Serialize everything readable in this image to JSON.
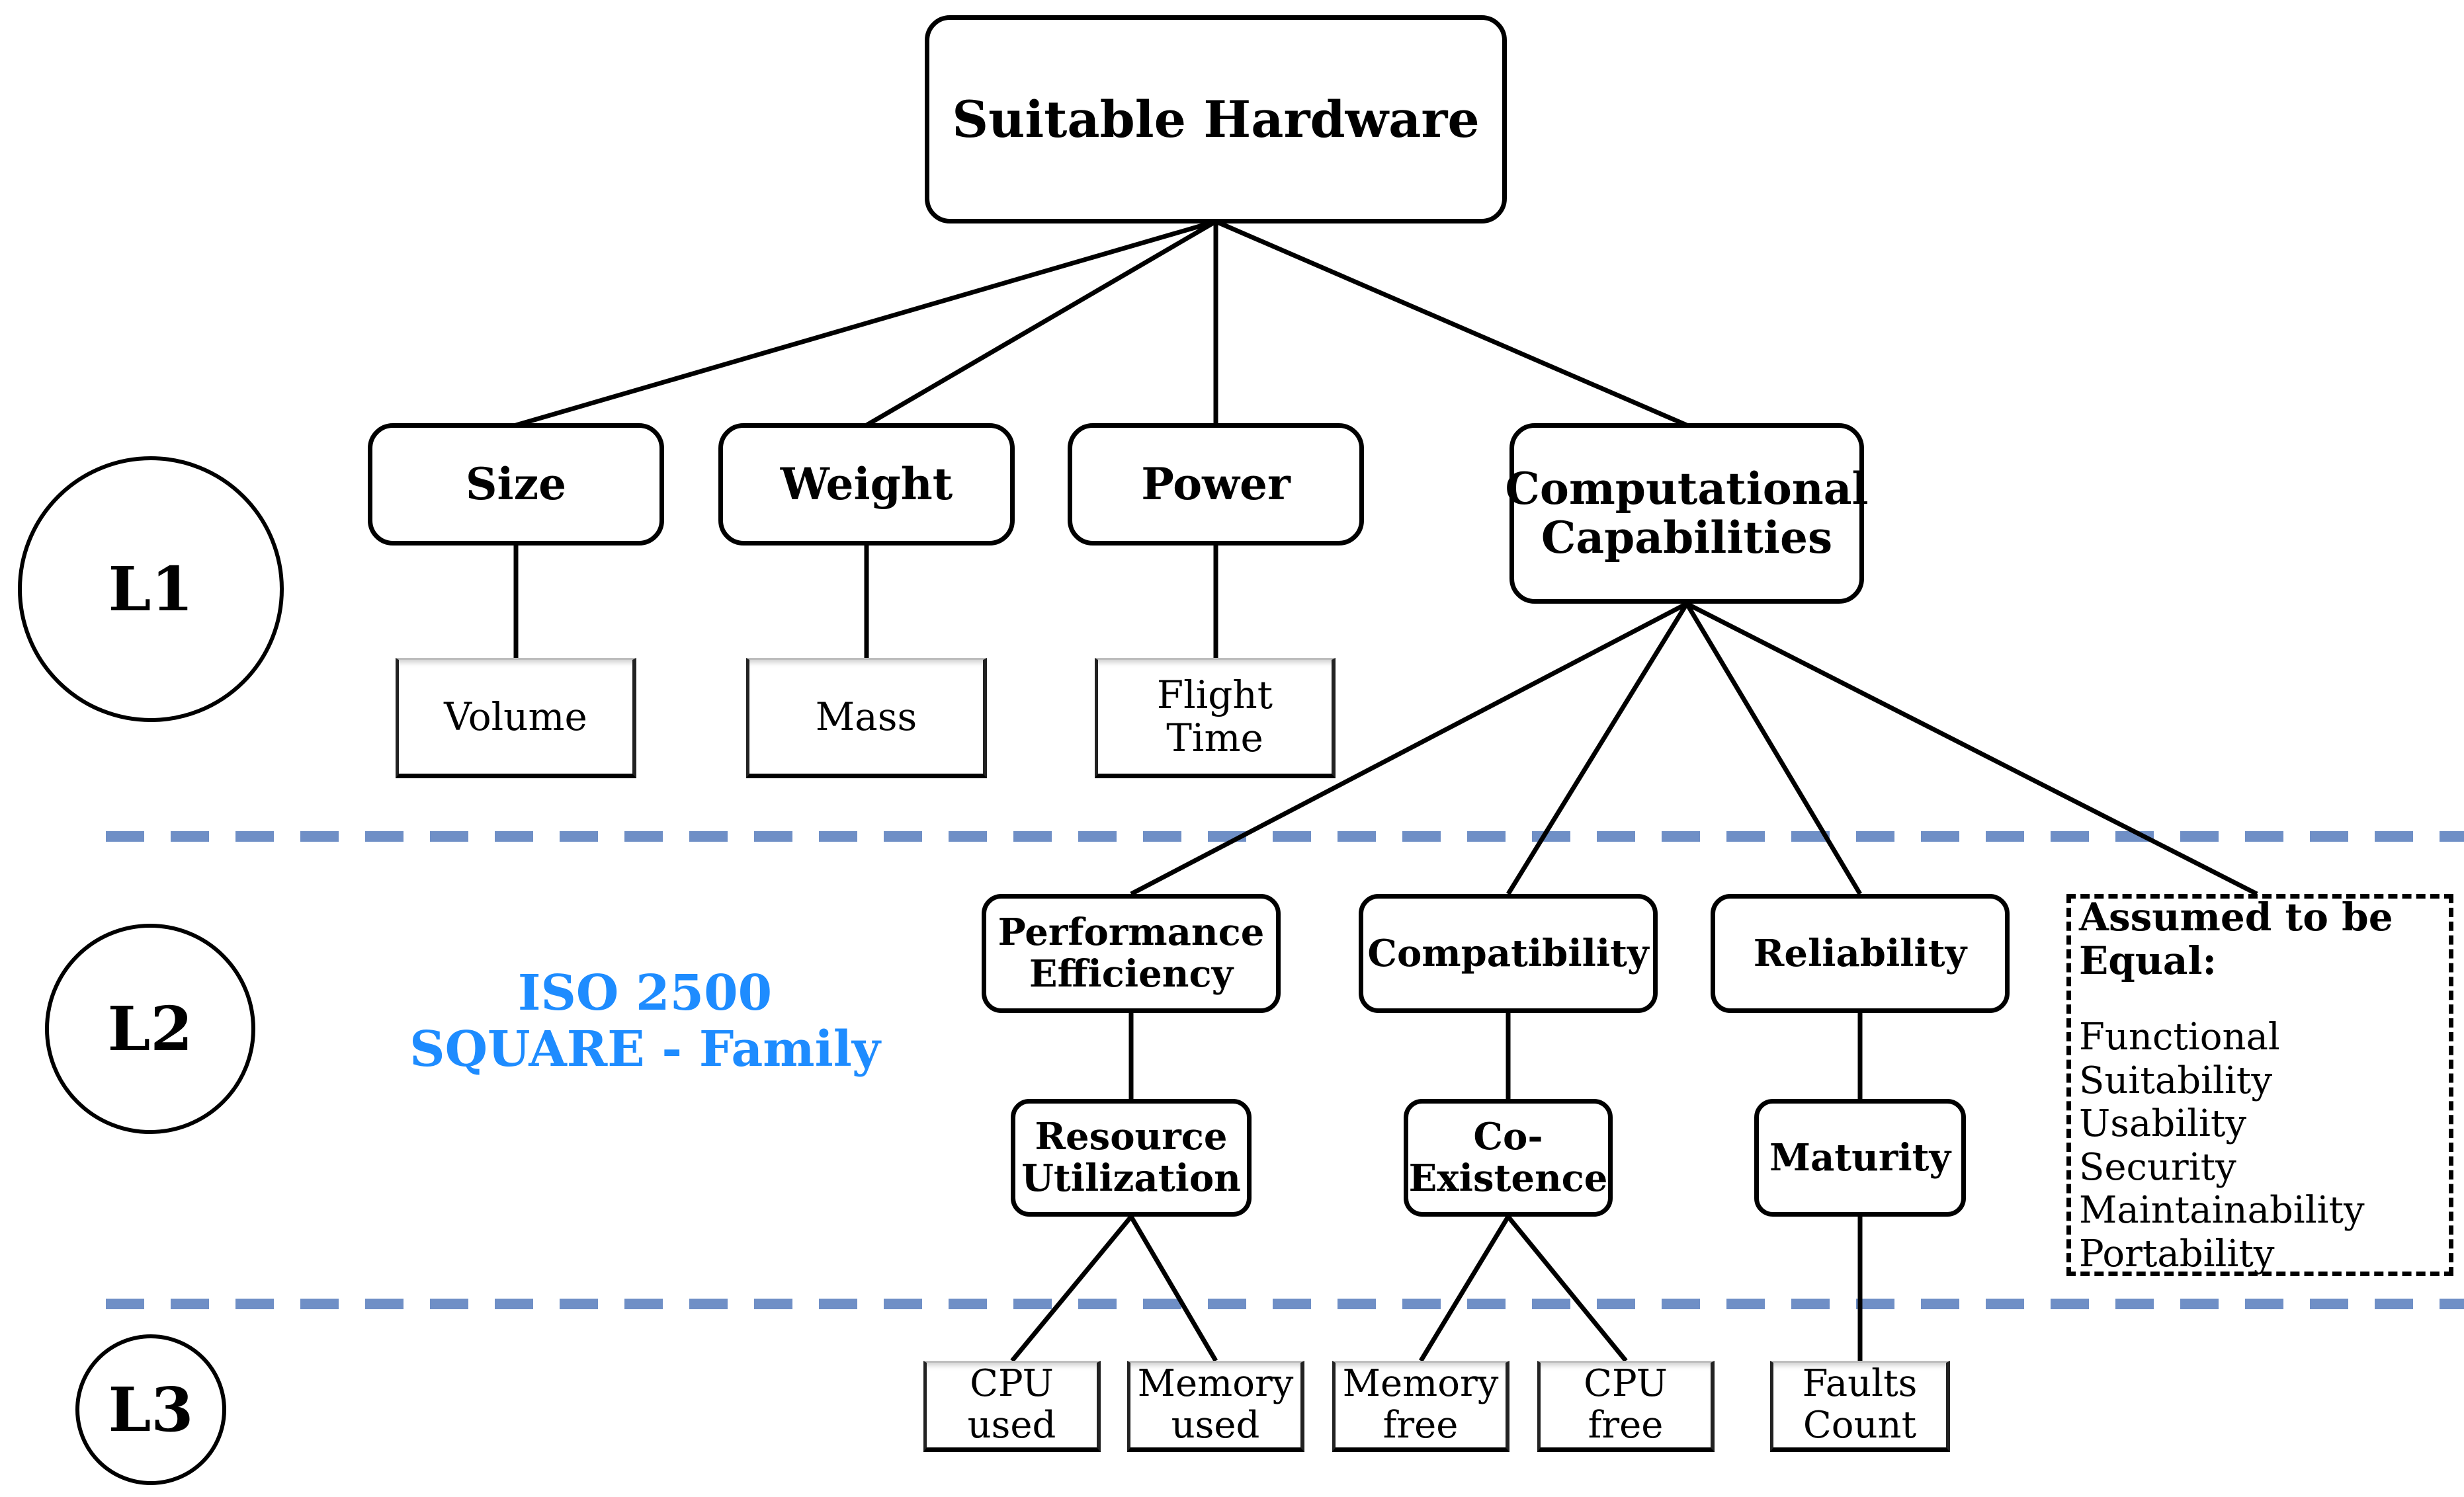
{
  "root": {
    "label": "Suitable Hardware"
  },
  "levels": [
    "L1",
    "L2",
    "L3"
  ],
  "level1": [
    {
      "label": [
        "Size"
      ],
      "metric": [
        "Volume"
      ]
    },
    {
      "label": [
        "Weight"
      ],
      "metric": [
        "Mass"
      ]
    },
    {
      "label": [
        "Power"
      ],
      "metric": [
        "Flight",
        "Time"
      ]
    },
    {
      "label": [
        "Computational",
        "Capabilities"
      ]
    }
  ],
  "level2": [
    {
      "label": [
        "Performance",
        "Efficiency"
      ],
      "sub": [
        "Resource",
        "Utilization"
      ],
      "metrics": [
        [
          "CPU",
          "used"
        ],
        [
          "Memory",
          "used"
        ]
      ]
    },
    {
      "label": [
        "Compatibility"
      ],
      "sub": [
        "Co-",
        "Existence"
      ],
      "metrics": [
        [
          "Memory",
          "free"
        ],
        [
          "CPU",
          "free"
        ]
      ]
    },
    {
      "label": [
        "Reliability"
      ],
      "sub": [
        "Maturity"
      ],
      "metrics": [
        [
          "Faults",
          "Count"
        ]
      ]
    }
  ],
  "standard": {
    "line1": "ISO 2500",
    "line2": "SQUARE - Family",
    "color": "#1e8cff"
  },
  "assumed_equal": {
    "title": [
      "Assumed to be",
      "Equal:"
    ],
    "items": [
      "Functional",
      "Suitability",
      "Usability",
      "Security",
      "Maintainability",
      "Portability"
    ]
  },
  "colors": {
    "separator": "#6f8fc6",
    "line": "#000000"
  }
}
